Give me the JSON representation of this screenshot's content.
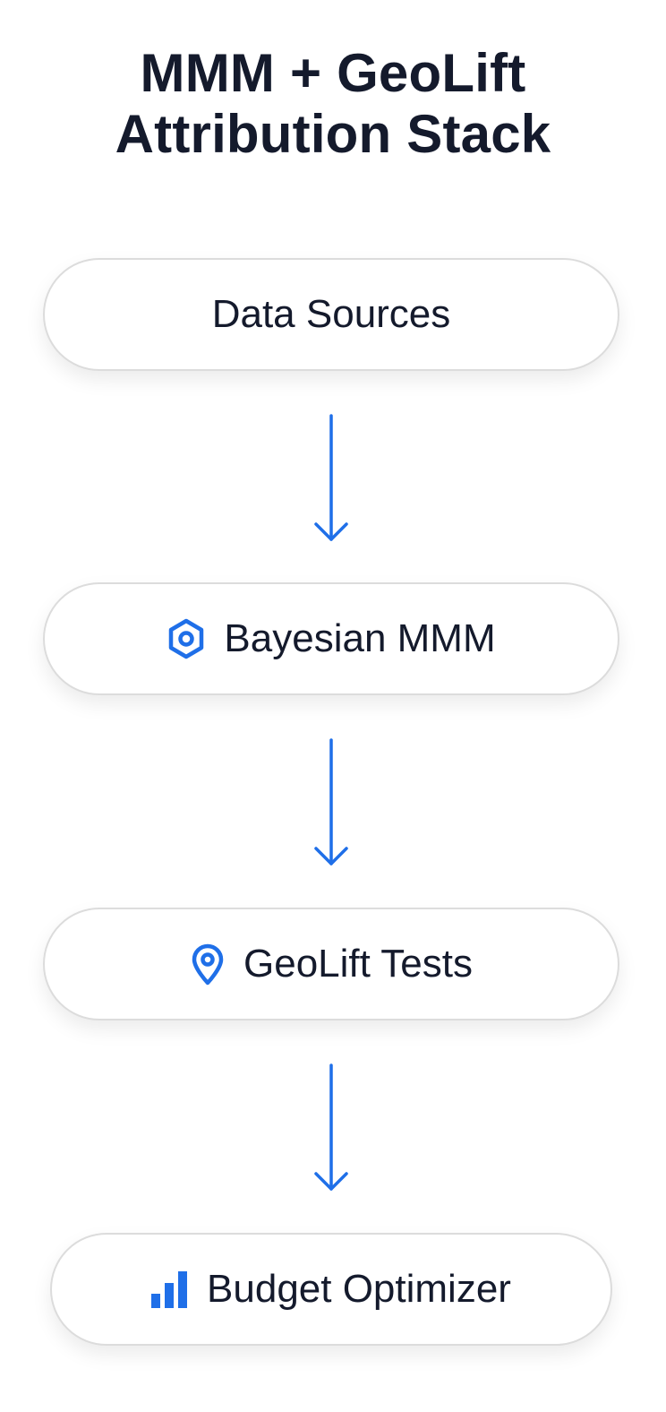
{
  "title": {
    "line1": "MMM + GeoLift",
    "line2": "Attribution Stack"
  },
  "accent_color": "#1f6fe8",
  "nodes": [
    {
      "label": "Data Sources",
      "icon": ""
    },
    {
      "label": "Bayesian MMM",
      "icon": "hexagon-icon"
    },
    {
      "label": "GeoLift Tests",
      "icon": "map-pin-icon"
    },
    {
      "label": "Budget Optimizer",
      "icon": "bar-chart-icon"
    }
  ]
}
